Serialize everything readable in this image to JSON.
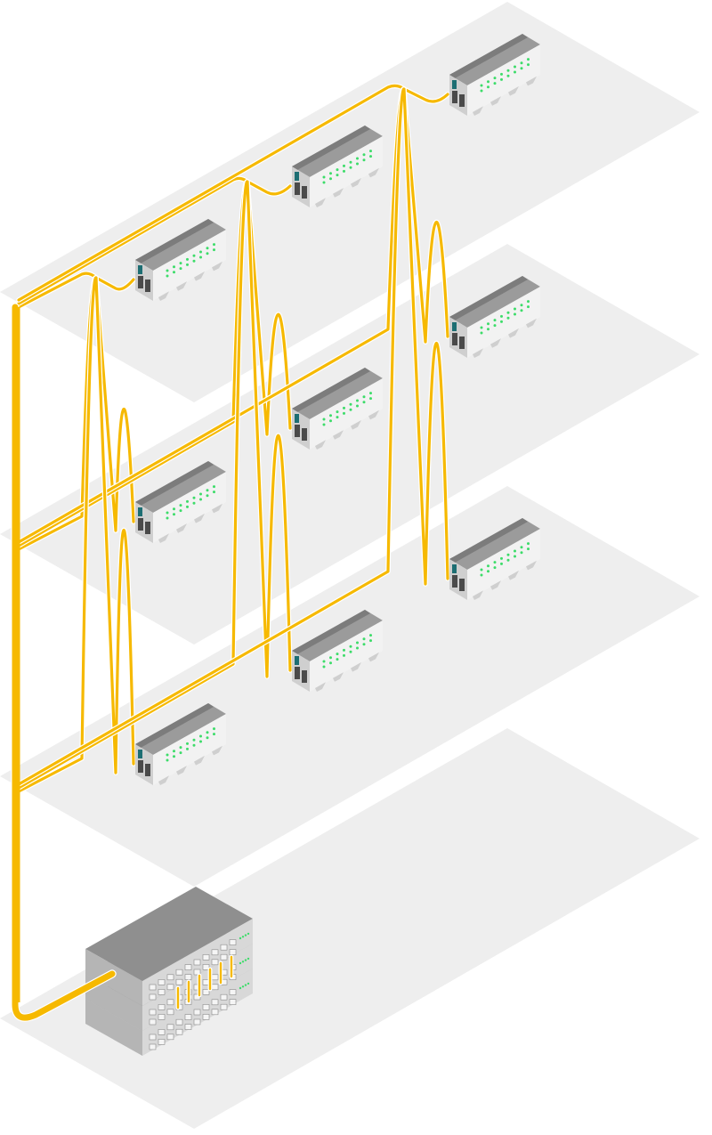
{
  "diagram": {
    "kind": "isometric-network-building",
    "colors": {
      "background": "#ffffff",
      "floor": "#eeeeee",
      "cable": "#f6b900",
      "cable_edge": "#ffffff",
      "device_front": "#f2f2f2",
      "device_top": "#9b9b9b",
      "device_top_dark": "#7c7c7c",
      "device_side": "#cfcfcf",
      "device_port_dark": "#4a4a4a",
      "device_port_accent": "#1d6e73",
      "led": "#3ddc6a",
      "rack_top": "#8f8f8f",
      "rack_front": "#d8d8d8",
      "rack_side": "#b5b5b5",
      "rack_port": "#f5f5f5"
    },
    "floors": [
      {
        "id": "floor-1",
        "access_points": 3
      },
      {
        "id": "floor-2",
        "access_points": 3
      },
      {
        "id": "floor-3",
        "access_points": 3
      },
      {
        "id": "floor-4",
        "access_points": 0,
        "contains": "core-switch-stack"
      }
    ],
    "core_switch": {
      "units": 3,
      "icon": "rack-switch-icon"
    },
    "access_point_icon": "access-point-icon",
    "backbone_icon": "cable-riser-icon"
  }
}
